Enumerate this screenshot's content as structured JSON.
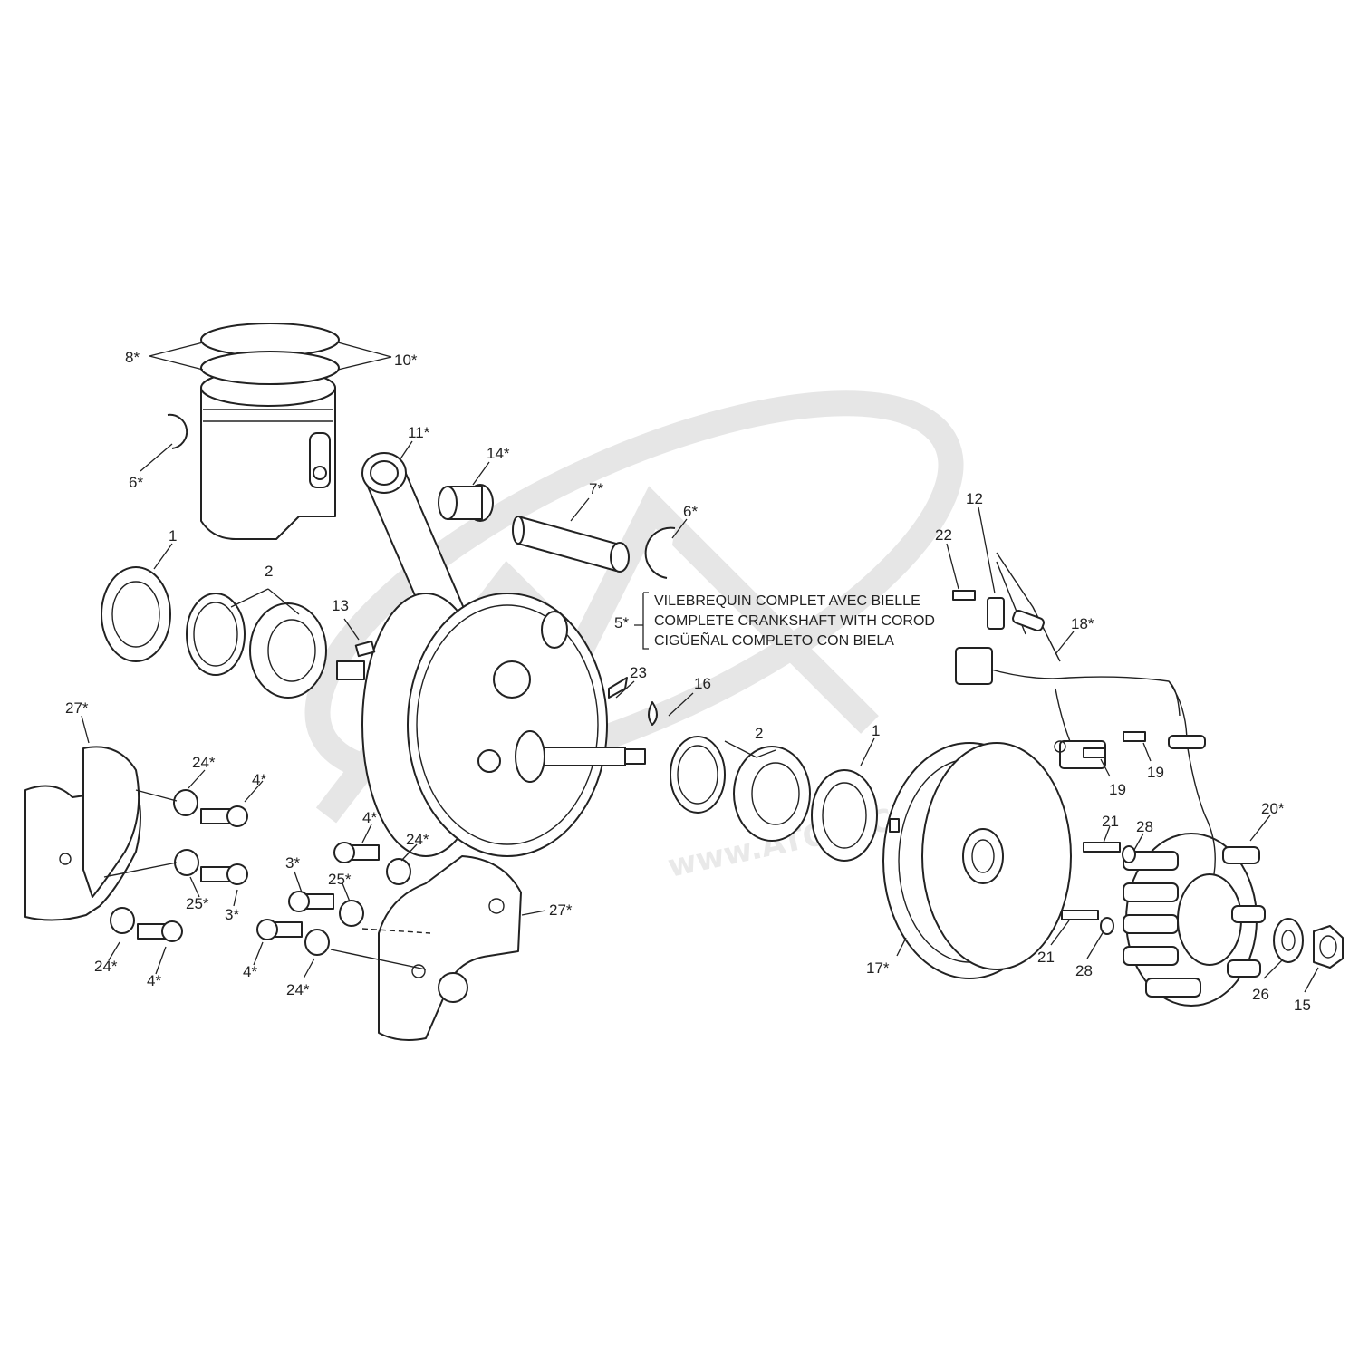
{
  "note": {
    "lines": [
      "VILEBREQUIN COMPLET AVEC BIELLE",
      "COMPLETE CRANKSHAFT WITH COROD",
      "CIGÜEÑAL COMPLETO CON BIELA"
    ]
  },
  "watermark": {
    "text": "www.ATOMICMOTO.FR"
  },
  "callouts": [
    "8*",
    "10*",
    "6*",
    "11*",
    "14*",
    "7*",
    "6*",
    "1",
    "2",
    "13",
    "5*",
    "23",
    "16",
    "2",
    "1",
    "27*",
    "24*",
    "4*",
    "25*",
    "3*",
    "24*",
    "4*",
    "4*",
    "24*",
    "3*",
    "25*",
    "4*",
    "24*",
    "27*",
    "12",
    "22",
    "18*",
    "19",
    "19",
    "20*",
    "21",
    "28",
    "21",
    "28",
    "17*",
    "26",
    "15"
  ]
}
